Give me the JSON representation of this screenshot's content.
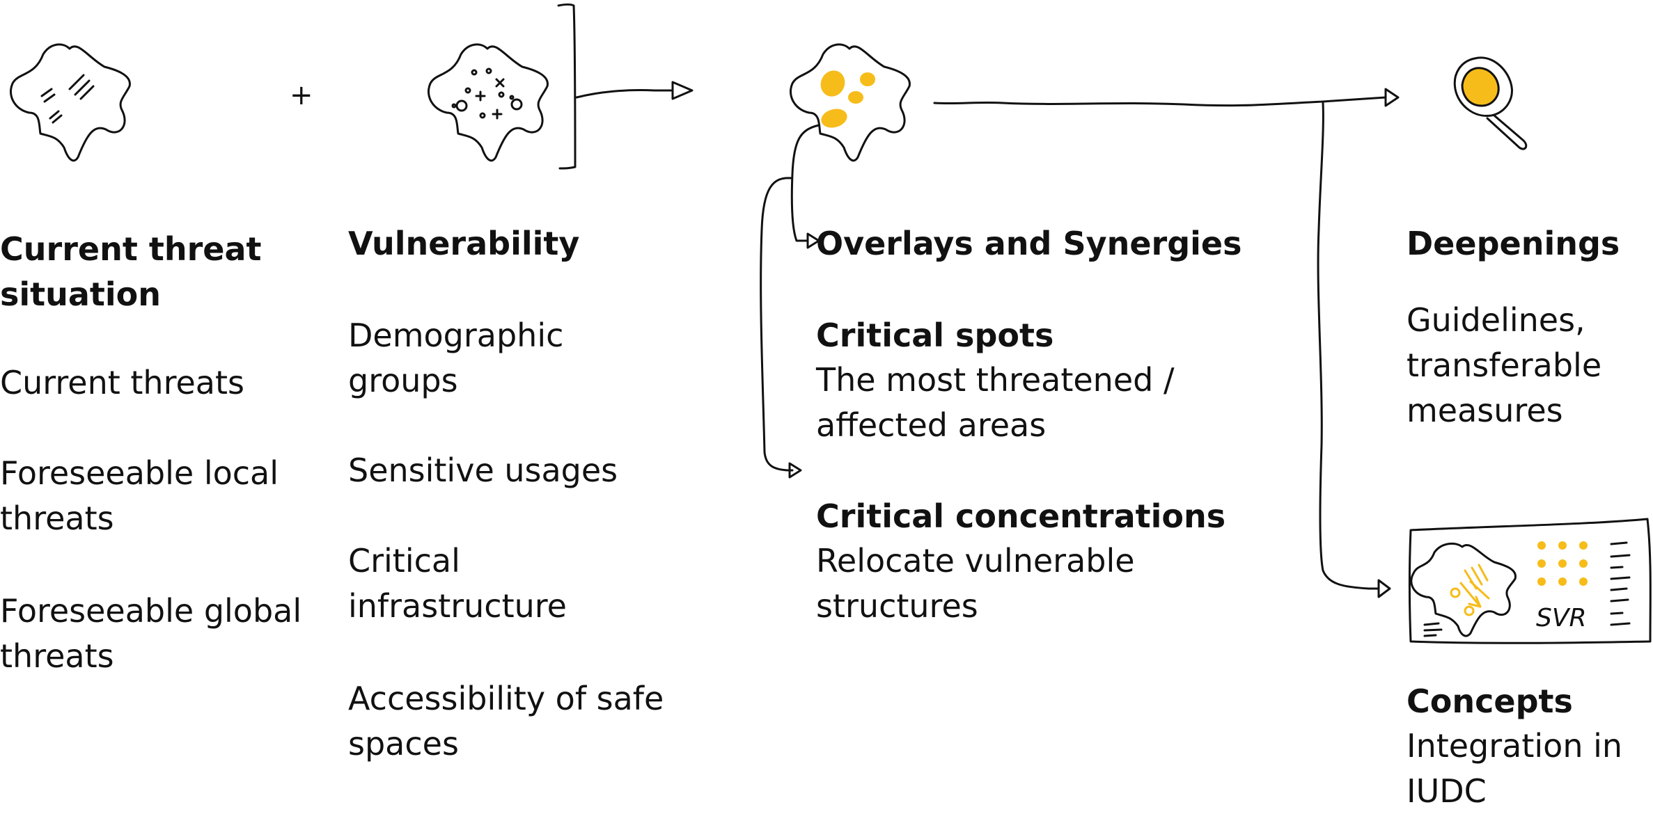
{
  "colors": {
    "accent": "#f6bc1a",
    "ink": "#111111",
    "background": "#ffffff"
  },
  "columns": {
    "threat": {
      "heading": "Current threat\nsituation",
      "items": [
        "Current threats",
        "Foreseeable local\nthreats",
        "Foreseeable global\nthreats"
      ]
    },
    "vulnerability": {
      "heading": "Vulnerability",
      "items": [
        "Demographic\ngroups",
        "Sensitive usages",
        "Critical\ninfrastructure",
        "Accessibility of safe\nspaces"
      ]
    },
    "overlays": {
      "heading": "Overlays and Synergies",
      "spots_title": "Critical spots",
      "spots_text": "The most threatened /\naffected areas",
      "conc_title": "Critical concentrations",
      "conc_text": "Relocate vulnerable\nstructures"
    },
    "deepenings": {
      "heading": "Deepenings",
      "text": "Guidelines,\ntransferable\nmeasures"
    },
    "concepts": {
      "heading": "Concepts",
      "text": "Integration in\nIUDC",
      "plan_label": "SVR"
    }
  },
  "operators": {
    "plus": "+"
  },
  "icons": [
    "threat-map-icon",
    "vulnerability-map-icon",
    "overlay-map-icon",
    "magnifier-icon",
    "concept-plan-icon"
  ]
}
